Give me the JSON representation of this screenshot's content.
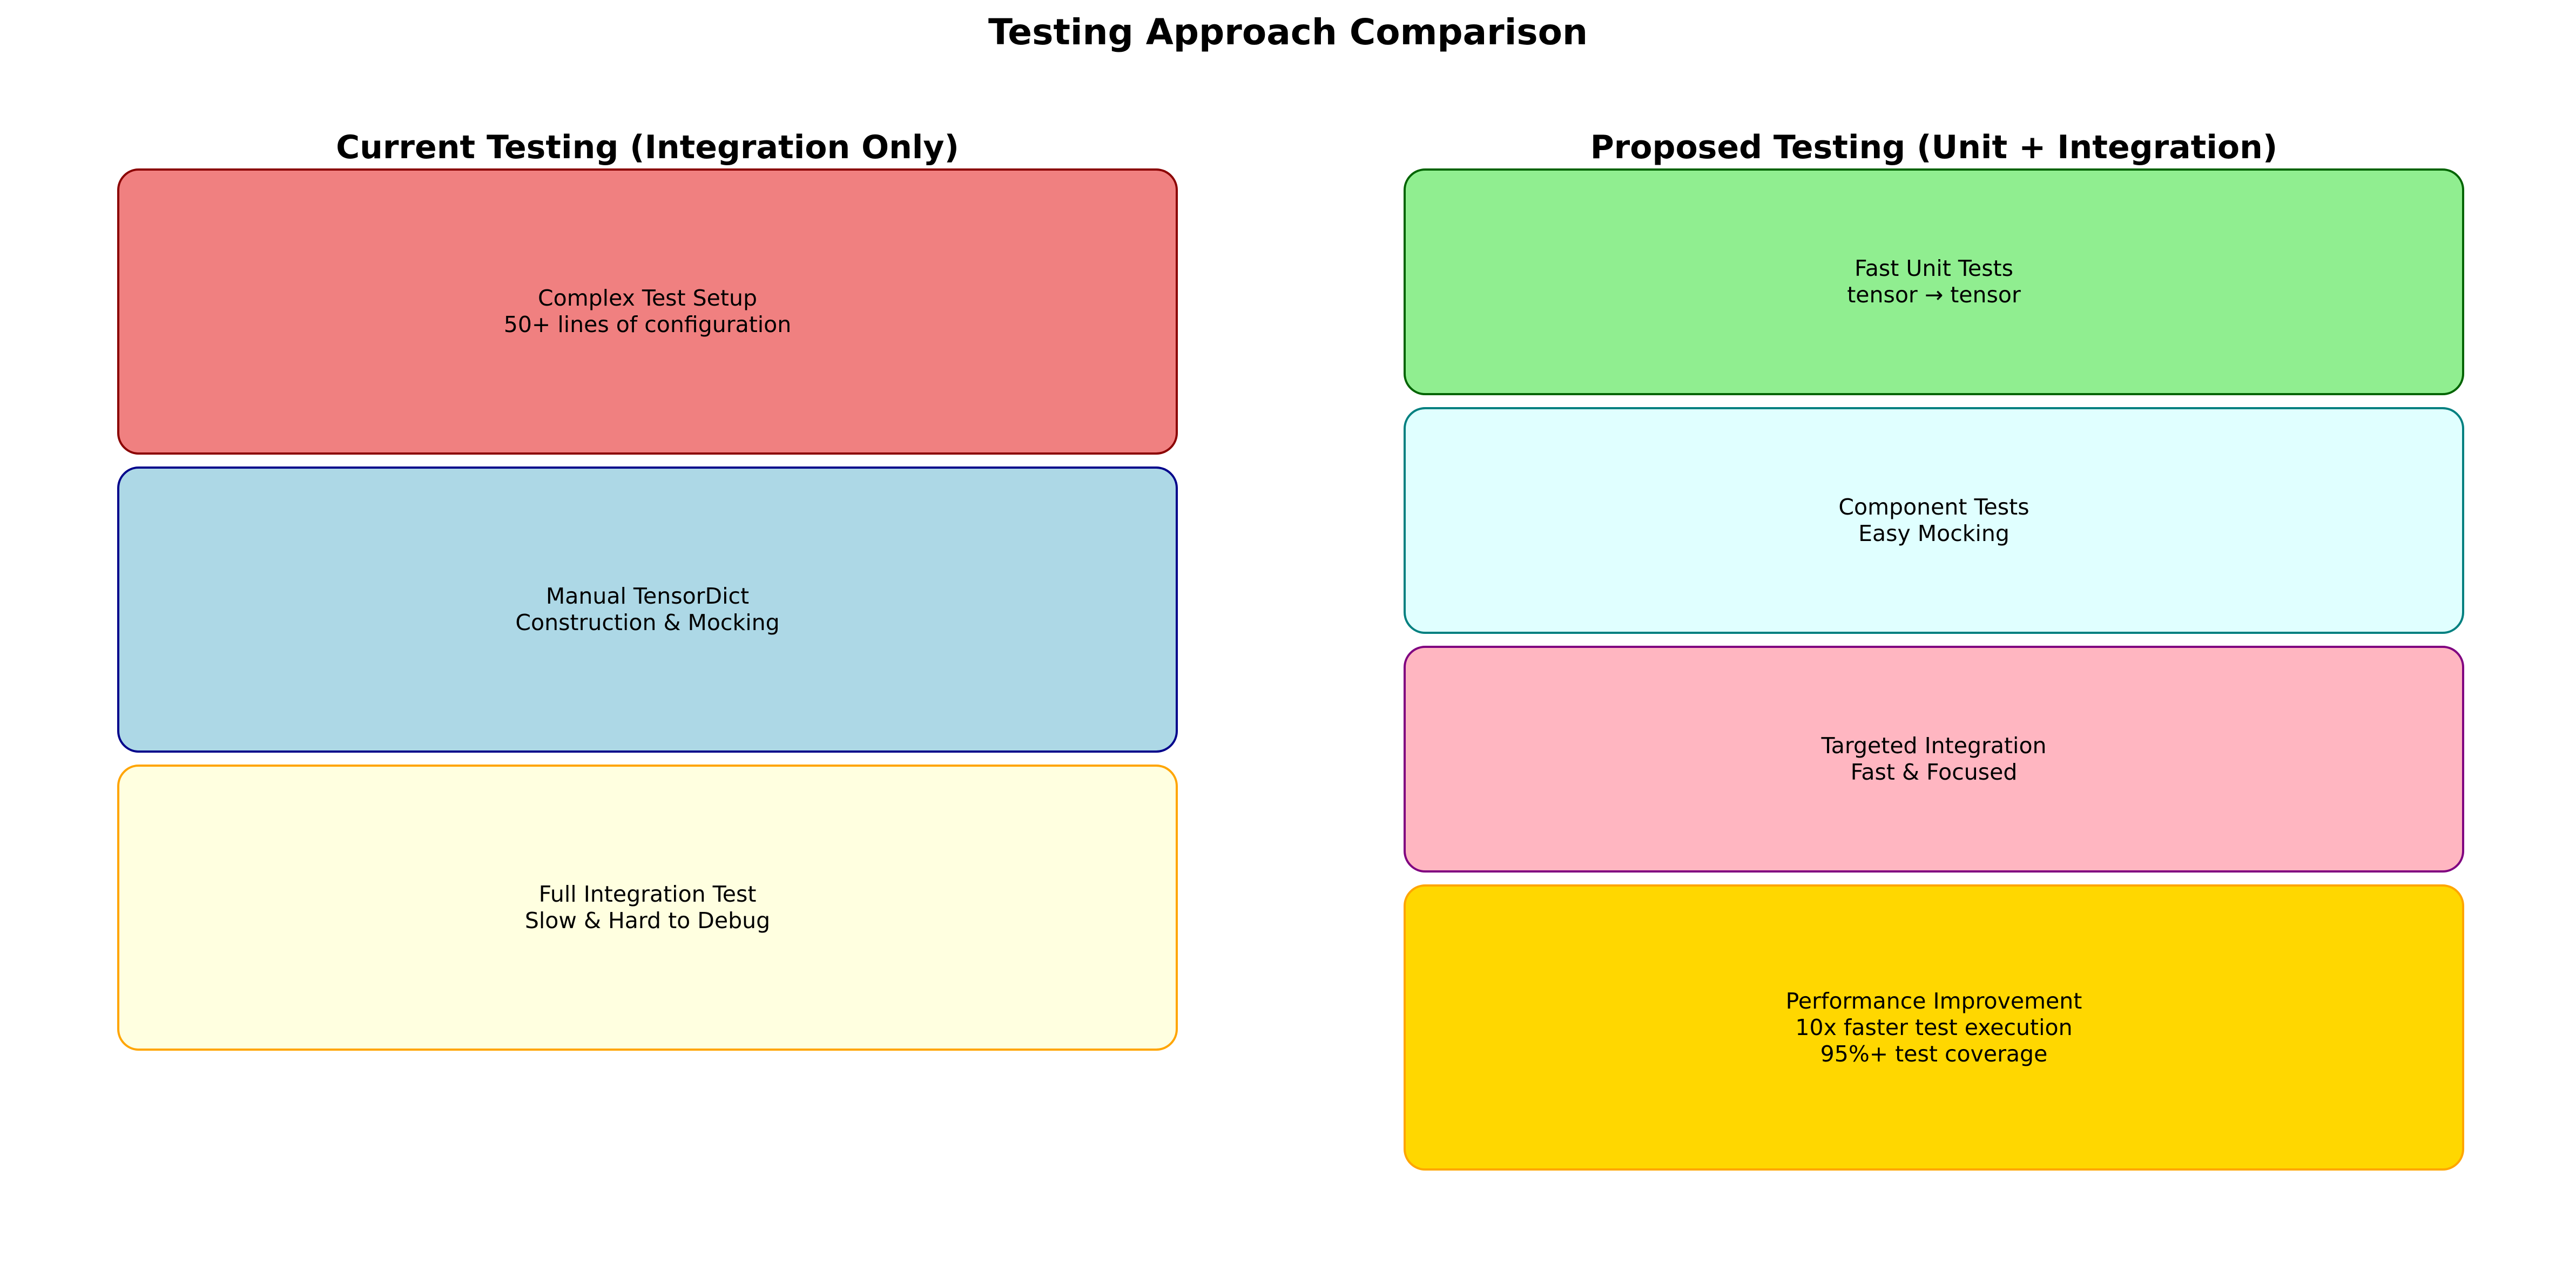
{
  "title": "Testing Approach Comparison",
  "left_panel": {
    "title": "Current Testing (Integration Only)",
    "boxes": [
      {
        "text": "Complex Test Setup\n50+ lines of configuration",
        "fill": "#f08080",
        "border": "#8b0000"
      },
      {
        "text": "Manual TensorDict\nConstruction & Mocking",
        "fill": "#add8e6",
        "border": "#00008b"
      },
      {
        "text": "Full Integration Test\nSlow & Hard to Debug",
        "fill": "#ffffe0",
        "border": "#ffa500"
      }
    ]
  },
  "right_panel": {
    "title": "Proposed Testing (Unit + Integration)",
    "boxes": [
      {
        "text": "Fast Unit Tests\ntensor → tensor",
        "fill": "#90ee90",
        "border": "#006400"
      },
      {
        "text": "Component Tests\nEasy Mocking",
        "fill": "#e0ffff",
        "border": "#008080"
      },
      {
        "text": "Targeted Integration\nFast & Focused",
        "fill": "#ffb6c1",
        "border": "#800080"
      },
      {
        "text": "Performance Improvement\n10x faster test execution\n95%+ test coverage",
        "fill": "#ffd700",
        "border": "#ffa500"
      }
    ]
  }
}
